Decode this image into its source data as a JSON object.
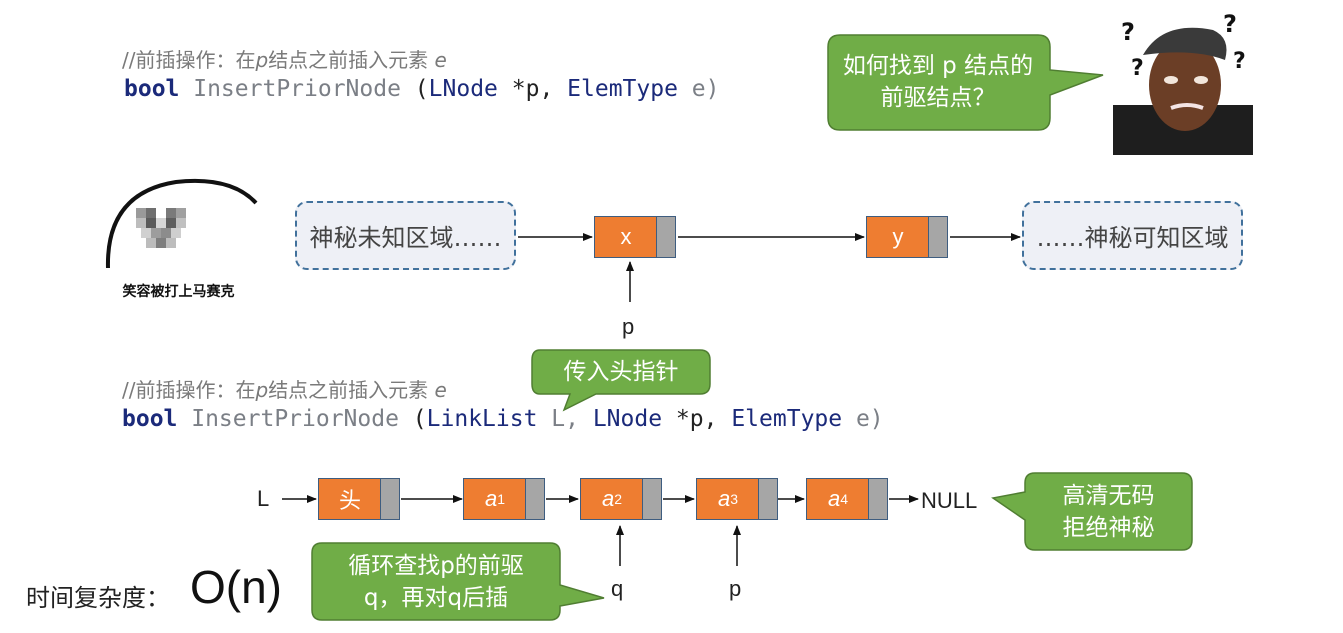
{
  "code1": {
    "comment_prefix": "//前插操作：在",
    "comment_var": "p",
    "comment_mid": "结点之前插入元素 ",
    "comment_var2": "e",
    "kw": "bool",
    "fn": " InsertPriorNode ",
    "open": "(",
    "type1": "LNode",
    "arg1": " *p, ",
    "type2": "ElemType",
    "arg2": " e)"
  },
  "question_bubble": {
    "text": "如何找到 p 结点的前驱结点？"
  },
  "meme_label": "笑容被打上马赛克",
  "list1": {
    "left_cloud": "神秘未知区域……",
    "node_x": "x",
    "node_y": "y",
    "right_cloud": "……神秘可知区域",
    "pointer_p": "p"
  },
  "code2": {
    "comment_prefix": "//前插操作：在",
    "comment_var": "p",
    "comment_mid": "结点之前插入元素 ",
    "comment_var2": "e",
    "kw": "bool",
    "fn": " InsertPriorNode ",
    "open": "(",
    "type0": "LinkList",
    "arg0": " L, ",
    "type1": "LNode",
    "arg1": " *p, ",
    "type2": "ElemType",
    "arg2": " e)"
  },
  "head_bubble": {
    "text": "传入头指针"
  },
  "list2": {
    "L": "L",
    "head": "头",
    "a1": "a",
    "a1_sub": "1",
    "a2": "a",
    "a2_sub": "2",
    "a3": "a",
    "a3_sub": "3",
    "a4": "a",
    "a4_sub": "4",
    "null": "NULL",
    "pointer_q": "q",
    "pointer_p": "p"
  },
  "hd_bubble": {
    "line1": "高清无码",
    "line2": "拒绝神秘"
  },
  "loop_bubble": {
    "line1": "循环查找p的前驱",
    "line2": "q，再对q后插"
  },
  "complexity": {
    "label": "时间复杂度：",
    "value": "O(n)"
  },
  "colors": {
    "node": "#ee7d31",
    "pointer_cell": "#a6a6a6",
    "bubble": "#70ad47",
    "bubble_border": "#507e32",
    "cloud_border": "#41719c"
  },
  "icons": {
    "meme_face": "pixelated-face-image",
    "confused_person": "confused-person-photo"
  }
}
